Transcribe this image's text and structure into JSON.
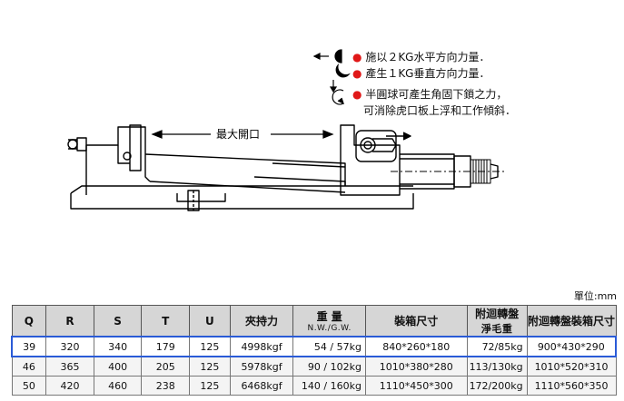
{
  "drawing": {
    "max_opening_label": "最大開口"
  },
  "notes": [
    {
      "icon": "half-circle-left-icon",
      "text": "施以２KG水平方向力量．"
    },
    {
      "icon": "quarter-moon-icon",
      "text": "產生１KG垂直方向力量．"
    },
    {
      "icon": "rotate-arrow-icon",
      "text": "半圓球可產生角固下鎖之力，"
    },
    {
      "icon": "",
      "text": "可消除虎口板上浮和工作傾斜．"
    }
  ],
  "unit": "單位:mm",
  "table": {
    "headers": [
      {
        "main": "Q",
        "sub": ""
      },
      {
        "main": "R",
        "sub": ""
      },
      {
        "main": "S",
        "sub": ""
      },
      {
        "main": "T",
        "sub": ""
      },
      {
        "main": "U",
        "sub": ""
      },
      {
        "main": "夾持力",
        "sub": ""
      },
      {
        "main": "重 量",
        "sub": "N.W./G.W."
      },
      {
        "main": "裝箱尺寸",
        "sub": ""
      },
      {
        "main": "附迴轉盤",
        "sub": "淨毛重"
      },
      {
        "main": "附迴轉盤裝箱尺寸",
        "sub": ""
      }
    ],
    "rows": [
      [
        "39",
        "320",
        "340",
        "179",
        "125",
        "4998kgf",
        "54 / 57kg",
        "840*260*180",
        "72/85kg",
        "900*430*290"
      ],
      [
        "46",
        "365",
        "400",
        "205",
        "125",
        "5978kgf",
        "90 / 102kg",
        "1010*380*280",
        "113/130kg",
        "1010*520*310"
      ],
      [
        "50",
        "420",
        "460",
        "238",
        "125",
        "6468kgf",
        "140 / 160kg",
        "1110*450*300",
        "172/200kg",
        "1110*560*350"
      ]
    ],
    "highlight_row": 0
  },
  "colors": {
    "highlight_border": "#2a5bd7",
    "bullet_red": "#e01818",
    "header_bg": "#d6d6d6"
  }
}
